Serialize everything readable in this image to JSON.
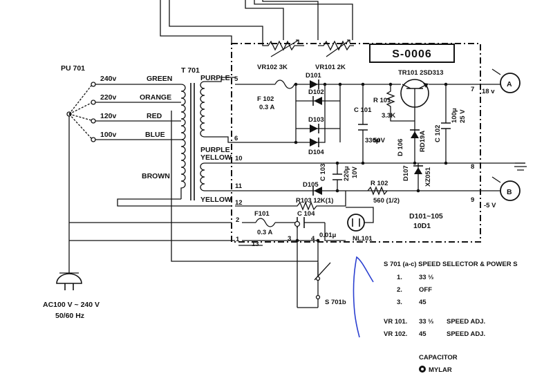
{
  "board_id": "S-0006",
  "pu": "PU 701",
  "transformer": "T 701",
  "taps": [
    {
      "volt": "240v",
      "color": "GREEN"
    },
    {
      "volt": "220v",
      "color": "ORANGE"
    },
    {
      "volt": "120v",
      "color": "RED"
    },
    {
      "volt": "100v",
      "color": "BLUE"
    }
  ],
  "brown": "BROWN",
  "sec": {
    "purple1": "PURPLE",
    "purple2": "PURPLE",
    "yellow1": "YELLOW",
    "yellow2": "YELLOW"
  },
  "vr102": "VR102  3K",
  "vr101": "VR101  2K",
  "d101": "D101",
  "d102": "D102",
  "d103": "D103",
  "d104": "D104",
  "d105": "D105",
  "d106": "D 106",
  "rd19a": "RD19A",
  "d107": "D107",
  "xz051": "XZ051",
  "f102": "F 102",
  "f102v": "0.3 A",
  "tr101": "TR101 2SD313",
  "c101": "C 101",
  "c101v": "330μ",
  "c101volt": "50V",
  "r101": "R 101",
  "r101v": "3.3K",
  "c102": "C 102",
  "c102v": "100μ",
  "c102volt": "25 V",
  "c103": "C 103",
  "c103v": "220μ",
  "c103volt": "10V",
  "r102": "R 102",
  "r102v": "560 (1/2)",
  "r103": "R103  12K(1)",
  "f101": "F101",
  "f101v": "0.3 A",
  "c104": "C 104",
  "c104v": "0.01μ",
  "nl101": "NL101",
  "dnote1": "D101~105",
  "dnote2": "10D1",
  "pins": {
    "p1": "1",
    "p2": "2",
    "p3": "3",
    "p4": "4",
    "p5": "5",
    "p6": "6",
    "p7": "7",
    "p8": "8",
    "p9": "9",
    "p10": "10",
    "p11": "11",
    "p12": "12",
    "p13": "13"
  },
  "outA": "A",
  "outB": "B",
  "v18": "18 v",
  "vm5": "-5 V",
  "s701b": "S 701b",
  "ac1": "AC100 V ~ 240 V",
  "ac2": "50/60 Hz",
  "leg_title": "S 701 (a-c)  SPEED SELECTOR & POWER S",
  "leg": [
    {
      "n": "1.",
      "t": "33 ⅓"
    },
    {
      "n": "2.",
      "t": "OFF"
    },
    {
      "n": "3.",
      "t": "45"
    }
  ],
  "vr_leg": [
    {
      "n": "VR 101.",
      "a": "33 ⅓",
      "b": "SPEED ADJ."
    },
    {
      "n": "VR 102.",
      "a": "45",
      "b": "SPEED ADJ."
    }
  ],
  "cap_title": "CAPACITOR",
  "mylar": "MYLAR"
}
